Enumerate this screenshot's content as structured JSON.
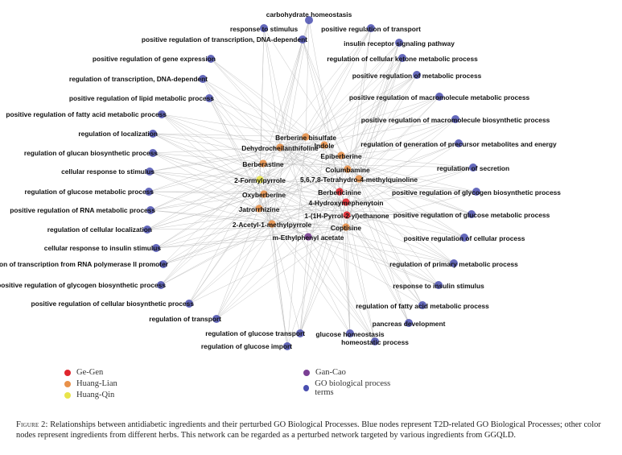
{
  "colors": {
    "ge_gen": "#e0262e",
    "huang_lian": "#e8914a",
    "huang_qin": "#e8e44a",
    "gan_cao": "#7a3f94",
    "go": "#4a4fb0",
    "edge": "#b8b8b8"
  },
  "network": {
    "go_nodes": [
      {
        "id": "g1",
        "label": "carbohydrate homeostasis"
      },
      {
        "id": "g2",
        "label": "response to stimulus"
      },
      {
        "id": "g3",
        "label": "positive regulation of transport"
      },
      {
        "id": "g4",
        "label": "positive regulation of transcription, DNA-dependent"
      },
      {
        "id": "g5",
        "label": "insulin receptor signaling pathway"
      },
      {
        "id": "g6",
        "label": "positive regulation of gene expression"
      },
      {
        "id": "g7",
        "label": "regulation of cellular ketone metabolic process"
      },
      {
        "id": "g8",
        "label": "regulation of transcription, DNA-dependent"
      },
      {
        "id": "g9",
        "label": "positive regulation of metabolic process"
      },
      {
        "id": "g10",
        "label": "positive regulation of lipid metabolic process"
      },
      {
        "id": "g11",
        "label": "positive regulation of macromolecule metabolic process"
      },
      {
        "id": "g12",
        "label": "positive regulation of fatty acid metabolic process"
      },
      {
        "id": "g13",
        "label": "positive regulation of macromolecule biosynthetic process"
      },
      {
        "id": "g14",
        "label": "regulation of localization"
      },
      {
        "id": "g15",
        "label": "regulation of generation of precursor metabolites and energy"
      },
      {
        "id": "g16",
        "label": "regulation of glucan biosynthetic process"
      },
      {
        "id": "g17",
        "label": "regulation of secretion"
      },
      {
        "id": "g18",
        "label": "cellular response to stimulus"
      },
      {
        "id": "g19",
        "label": "regulation of glucose metabolic process"
      },
      {
        "id": "g20",
        "label": "positive regulation of glycogen biosynthetic process"
      },
      {
        "id": "g21",
        "label": "positive regulation of RNA metabolic process"
      },
      {
        "id": "g22",
        "label": "positive regulation of glucose metabolic process"
      },
      {
        "id": "g23",
        "label": "regulation of cellular localization"
      },
      {
        "id": "g24",
        "label": "positive regulation of cellular process"
      },
      {
        "id": "g25",
        "label": "cellular response to insulin stimulus"
      },
      {
        "id": "g26",
        "label": "regulation of transcription from RNA polymerase II promoter"
      },
      {
        "id": "g27",
        "label": "regulation of primary metabolic process"
      },
      {
        "id": "g28",
        "label": "positive regulation of glycogen biosynthetic process"
      },
      {
        "id": "g29",
        "label": "response to insulin stimulus"
      },
      {
        "id": "g30",
        "label": "positive regulation of cellular biosynthetic process"
      },
      {
        "id": "g31",
        "label": "regulation of fatty acid metabolic process"
      },
      {
        "id": "g32",
        "label": "regulation of transport"
      },
      {
        "id": "g33",
        "label": "pancreas development"
      },
      {
        "id": "g34",
        "label": "regulation of glucose transport"
      },
      {
        "id": "g35",
        "label": "glucose homeostasis"
      },
      {
        "id": "g36",
        "label": "homeostatic process"
      },
      {
        "id": "g37",
        "label": "regulation of glucose import"
      }
    ],
    "ingredient_nodes": [
      {
        "id": "i1",
        "label": "Berberine bisulfate",
        "herb": "huang_lian"
      },
      {
        "id": "i2",
        "label": "Indole",
        "herb": "huang_lian"
      },
      {
        "id": "i3",
        "label": "Dehydrocheilanthifoline",
        "herb": "huang_lian"
      },
      {
        "id": "i4",
        "label": "Epiberberine",
        "herb": "huang_lian"
      },
      {
        "id": "i5",
        "label": "Berberastine",
        "herb": "huang_lian"
      },
      {
        "id": "i6",
        "label": "Columbamine",
        "herb": "huang_lian"
      },
      {
        "id": "i7",
        "label": "2-Formylpyrrole",
        "herb": "huang_qin"
      },
      {
        "id": "i8",
        "label": "5,6,7,8-Tetrahydro-4-methylquinoline",
        "herb": "huang_lian"
      },
      {
        "id": "i9",
        "label": "Berbericinine",
        "herb": "ge_gen"
      },
      {
        "id": "i10",
        "label": "Oxyberberine",
        "herb": "huang_lian"
      },
      {
        "id": "i11",
        "label": "4-Hydroxymephenytoin",
        "herb": "ge_gen"
      },
      {
        "id": "i12",
        "label": "Jatrorrhizine",
        "herb": "huang_lian"
      },
      {
        "id": "i13",
        "label": "1-(1H-Pyrrol-2-yl)ethanone",
        "herb": "ge_gen"
      },
      {
        "id": "i14",
        "label": "2-Acetyl-1-methylpyrrole",
        "herb": "huang_lian"
      },
      {
        "id": "i15",
        "label": "Coptisine",
        "herb": "huang_lian"
      },
      {
        "id": "i16",
        "label": "m-Ethylphenyl acetate",
        "herb": "gan_cao"
      }
    ]
  },
  "legend": {
    "items": [
      {
        "label": "Ge-Gen",
        "color_key": "ge_gen"
      },
      {
        "label": "Huang-Lian",
        "color_key": "huang_lian"
      },
      {
        "label": "Huang-Qin",
        "color_key": "huang_qin"
      },
      {
        "label": "Gan-Cao",
        "color_key": "gan_cao"
      },
      {
        "label": "GO biological process terms",
        "color_key": "go"
      }
    ]
  },
  "caption": {
    "figure_label": "Figure 2:",
    "text": " Relationships between antidiabetic ingredients and their perturbed GO Biological Processes. Blue nodes represent T2D-related GO Biological Processes; other color nodes represent ingredients from different herbs. This network can be regarded as a perturbed network targeted by various ingredients from GGQLD."
  }
}
